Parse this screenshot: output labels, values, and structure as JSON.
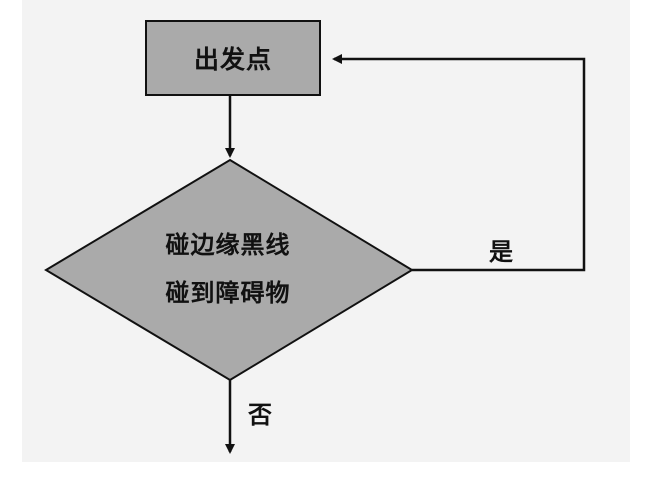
{
  "diagram": {
    "start_label": "出发点",
    "decision_line1": "碰边缘黑线",
    "decision_line2": "碰到障碍物",
    "yes_label": "是",
    "no_label": "否"
  },
  "colors": {
    "node_fill": "#aaaaaa",
    "line": "#111111",
    "background": "#f3f3f3"
  }
}
